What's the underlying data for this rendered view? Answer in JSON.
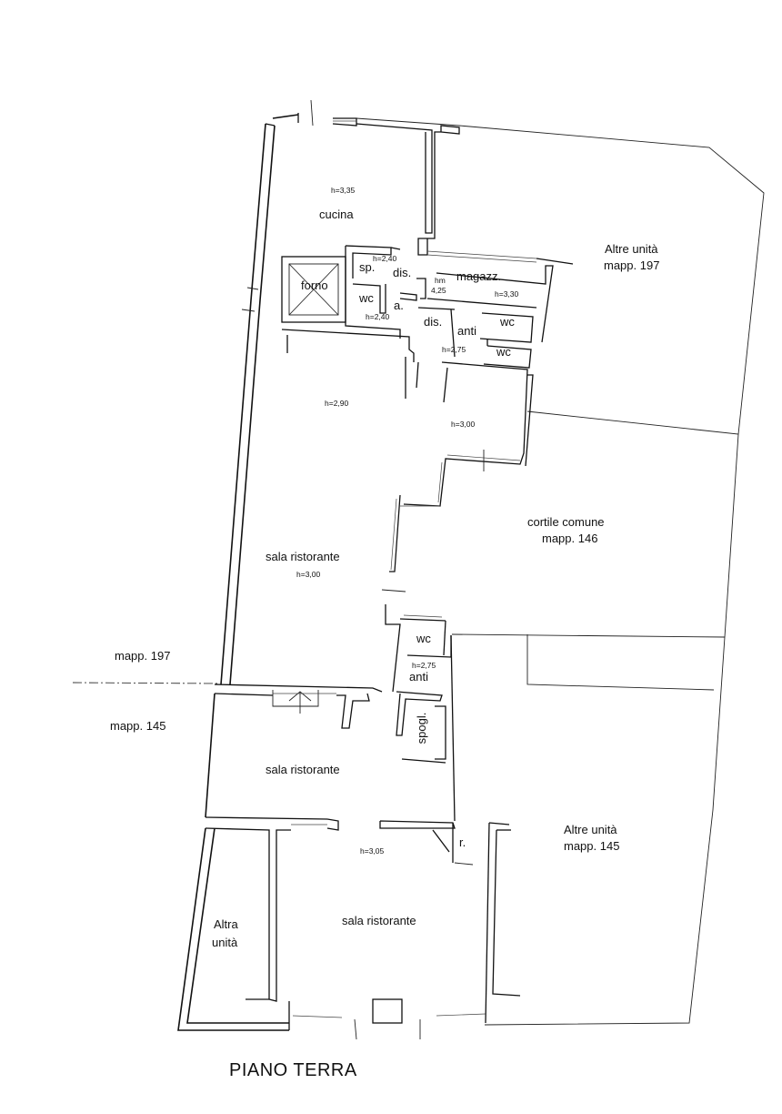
{
  "title": "PIANO TERRA",
  "rooms": {
    "cucina": "cucina",
    "forno": "forno",
    "sp": "sp.",
    "dis_upper": "dis.",
    "magazz": "magazz.",
    "hm": "hm",
    "wc_left": "wc",
    "a": "a.",
    "dis_lower": "dis.",
    "anti_upper": "anti",
    "wc_right_1": "wc",
    "wc_right_2": "wc",
    "sala_main": "sala ristorante",
    "wc_mid": "wc",
    "anti_mid": "anti",
    "spogl": "spogl.",
    "sala_mid": "sala ristorante",
    "r": "r.",
    "sala_bottom": "sala ristorante",
    "altra_unita_1": "Altra",
    "altra_unita_2": "unità"
  },
  "heights": {
    "cucina": "h=3,35",
    "sp": "h=2,40",
    "hm": "4,25",
    "magazz": "h=3,30",
    "wc_left": "h=2,40",
    "dis_lower": "h=2,75",
    "upper_sala": "h=2,90",
    "right_sala": "h=3,00",
    "sala_main": "h=3,00",
    "wc_mid": "h=2,75",
    "sala_bottom": "h=3,05"
  },
  "adjacent": {
    "altre_197_line1": "Altre unità",
    "altre_197_line2": "mapp. 197",
    "cortile_line1": "cortile comune",
    "cortile_line2": "mapp. 146",
    "altre_145_line1": "Altre unità",
    "altre_145_line2": "mapp. 145"
  },
  "boundary": {
    "above": "mapp. 197",
    "below": "mapp. 145"
  }
}
